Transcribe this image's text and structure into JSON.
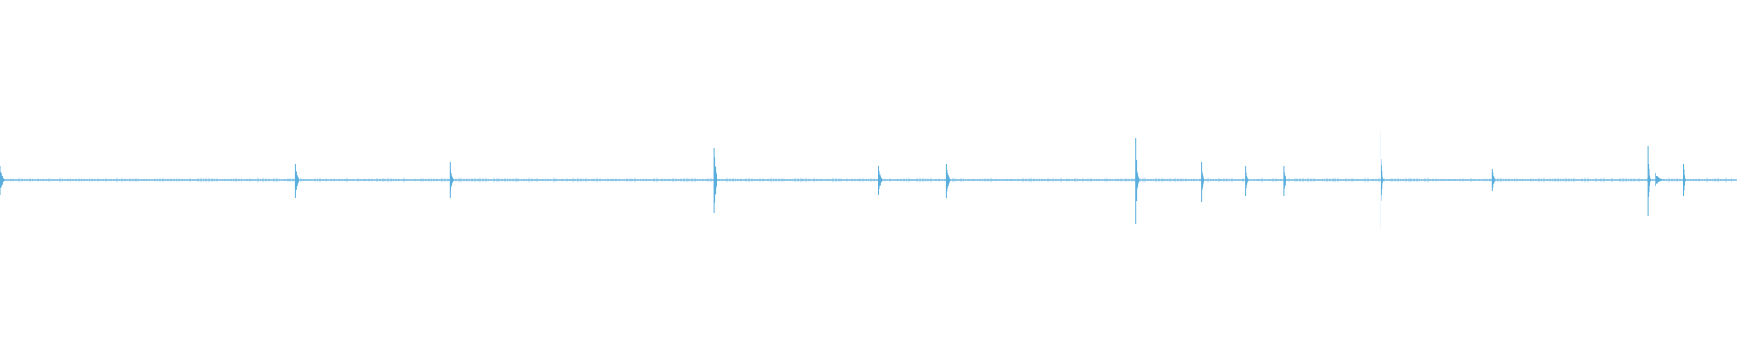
{
  "waveform": {
    "color": "#5aaedd",
    "baseline_amplitude": 0.012,
    "duration_fraction_visible": 1.0,
    "peaks": [
      {
        "t": 0.0,
        "up": 0.08,
        "down": 0.08,
        "width": 0.003
      },
      {
        "t": 0.17,
        "up": 0.09,
        "down": 0.1,
        "width": 0.0025
      },
      {
        "t": 0.259,
        "up": 0.1,
        "down": 0.1,
        "width": 0.003
      },
      {
        "t": 0.411,
        "up": 0.18,
        "down": 0.18,
        "width": 0.0025
      },
      {
        "t": 0.506,
        "up": 0.08,
        "down": 0.08,
        "width": 0.0025
      },
      {
        "t": 0.545,
        "up": 0.09,
        "down": 0.1,
        "width": 0.0025
      },
      {
        "t": 0.654,
        "up": 0.23,
        "down": 0.24,
        "width": 0.002
      },
      {
        "t": 0.692,
        "up": 0.1,
        "down": 0.12,
        "width": 0.0015
      },
      {
        "t": 0.717,
        "up": 0.08,
        "down": 0.09,
        "width": 0.0015
      },
      {
        "t": 0.739,
        "up": 0.08,
        "down": 0.09,
        "width": 0.002
      },
      {
        "t": 0.795,
        "up": 0.27,
        "down": 0.27,
        "width": 0.0015
      },
      {
        "t": 0.859,
        "up": 0.06,
        "down": 0.06,
        "width": 0.002
      },
      {
        "t": 0.949,
        "up": 0.19,
        "down": 0.2,
        "width": 0.0015
      },
      {
        "t": 0.953,
        "up": 0.04,
        "down": 0.03,
        "width": 0.006
      },
      {
        "t": 0.969,
        "up": 0.09,
        "down": 0.09,
        "width": 0.002
      }
    ]
  }
}
